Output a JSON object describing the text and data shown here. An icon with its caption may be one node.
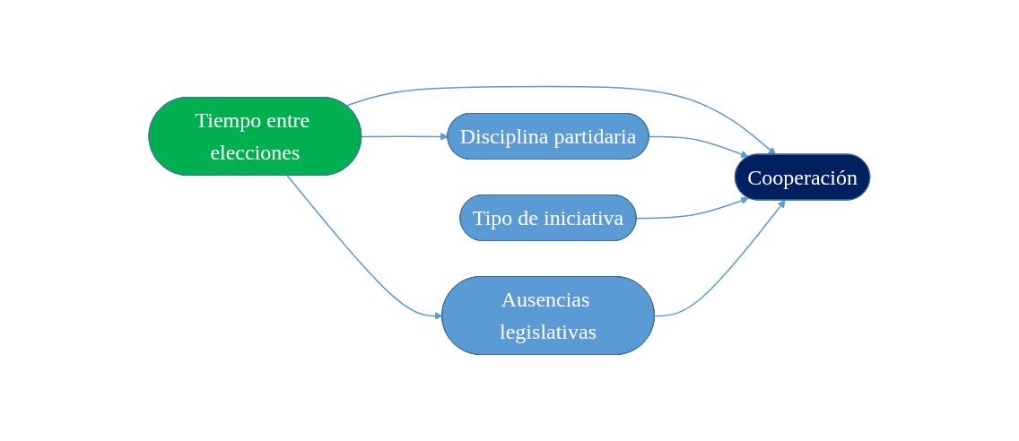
{
  "diagram": {
    "nodes": [
      {
        "text": [
          "Tipo de iniciativa"
        ]
      },
      {
        "text": [
          "Disciplina partidaria"
        ]
      },
      {
        "text": [
          "Tiempo entre elecciones"
        ]
      },
      {
        "text": [
          "Cooperación"
        ]
      },
      {
        "text": [
          "Ausencias legislativas"
        ]
      }
    ],
    "edges": [
      {
        "from": 2,
        "to": 1,
        "arrow": "to"
      },
      {
        "from": 2,
        "to": 3,
        "arrow": "to"
      },
      {
        "from": 2,
        "to": 4,
        "arrow": "to"
      },
      {
        "from": 1,
        "to": 3,
        "arrow": "to"
      },
      {
        "from": 0,
        "to": 3,
        "arrow": "to"
      },
      {
        "from": 4,
        "to": 3,
        "arrow": "to"
      }
    ]
  }
}
